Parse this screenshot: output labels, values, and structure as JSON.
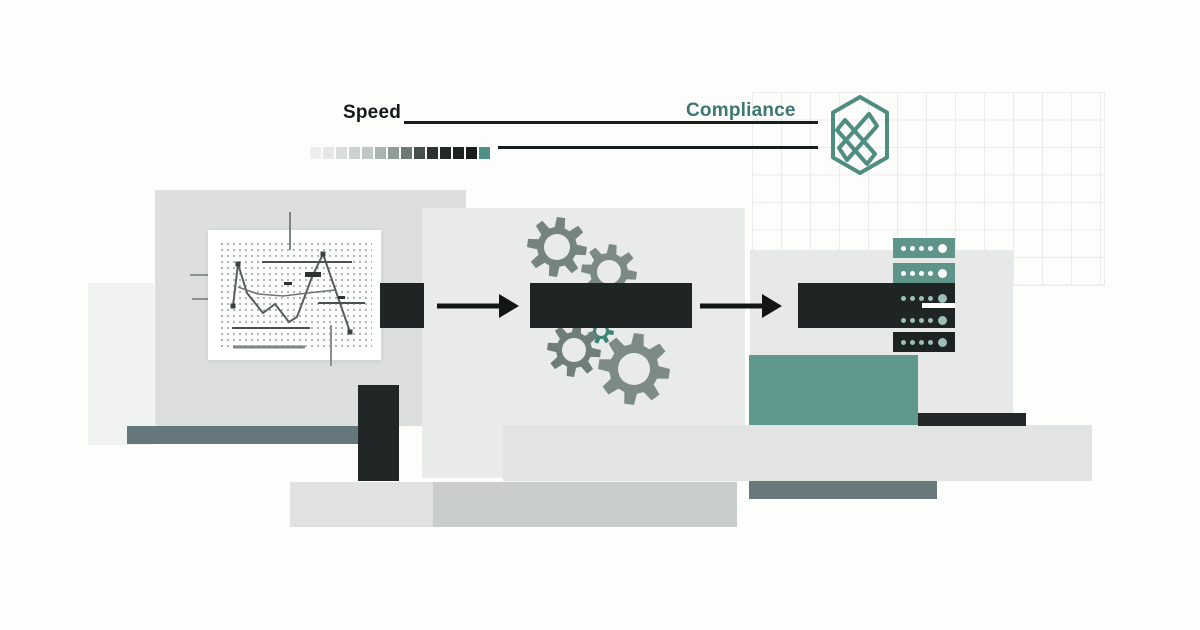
{
  "labels": {
    "speed": "Speed",
    "compliance": "Compliance"
  },
  "colors": {
    "ink": "#1f2424",
    "accent_teal": "#4f8d82",
    "compliance_text": "#3e7770",
    "teal_block": "#5f998d",
    "server_teal": "#5f948b",
    "gear_gray": "#76847f",
    "gear_teal": "#3f8577"
  },
  "swatch_ramp": [
    "#eceeee",
    "#e4e7e6",
    "#d9dedd",
    "#ccd2d1",
    "#c0c7c6",
    "#a9b3b1",
    "#8f9c9a",
    "#6c7977",
    "#47504f",
    "#2c3231",
    "#222827",
    "#1d2322",
    "#171c1b",
    "#4f9187"
  ],
  "icons": [
    {
      "name": "hexagon-knot-logo"
    },
    {
      "name": "gear-icon"
    },
    {
      "name": "server-rack-icon"
    },
    {
      "name": "arrow-right-icon"
    }
  ],
  "server_rack": {
    "rows": [
      {
        "style": "teal",
        "small_dots": 4,
        "large_dots": 1
      },
      {
        "style": "teal",
        "small_dots": 4,
        "large_dots": 1
      },
      {
        "style": "dark",
        "small_dots": 4,
        "large_dots": 1
      },
      {
        "style": "dark",
        "small_dots": 4,
        "large_dots": 1
      },
      {
        "style": "dark",
        "small_dots": 4,
        "large_dots": 1
      }
    ]
  },
  "flow": {
    "stages": 3,
    "arrows": 2
  },
  "chart_data": {
    "type": "line",
    "title": "",
    "xlabel": "",
    "ylabel": "",
    "axes_labeled": false,
    "grid": "dotted",
    "series": [
      {
        "name": "zigzag",
        "points": [
          [
            25,
            76
          ],
          [
            30,
            34
          ],
          [
            39,
            63
          ],
          [
            55,
            83
          ],
          [
            67,
            74
          ],
          [
            81,
            92
          ],
          [
            89,
            87
          ],
          [
            104,
            47
          ],
          [
            115,
            24
          ],
          [
            142,
            102
          ]
        ]
      },
      {
        "name": "trend",
        "points": [
          [
            30,
            57
          ],
          [
            50,
            64
          ],
          [
            75,
            66
          ],
          [
            100,
            63
          ],
          [
            127,
            60
          ]
        ]
      }
    ],
    "markers": [
      [
        30,
        34
      ],
      [
        115,
        24
      ],
      [
        142,
        102
      ],
      [
        25,
        76
      ]
    ],
    "hlines": [
      {
        "y": 32,
        "x1": 54,
        "x2": 144
      },
      {
        "y": 73,
        "x1": 110,
        "x2": 157
      },
      {
        "y": 98,
        "x1": 24,
        "x2": 102
      },
      {
        "y": 117,
        "x1": 25,
        "x2": 97
      }
    ],
    "bold_dashes": [
      [
        97,
        42,
        16,
        5
      ],
      [
        76,
        52,
        8,
        3
      ],
      [
        130,
        66,
        7,
        3
      ]
    ]
  }
}
